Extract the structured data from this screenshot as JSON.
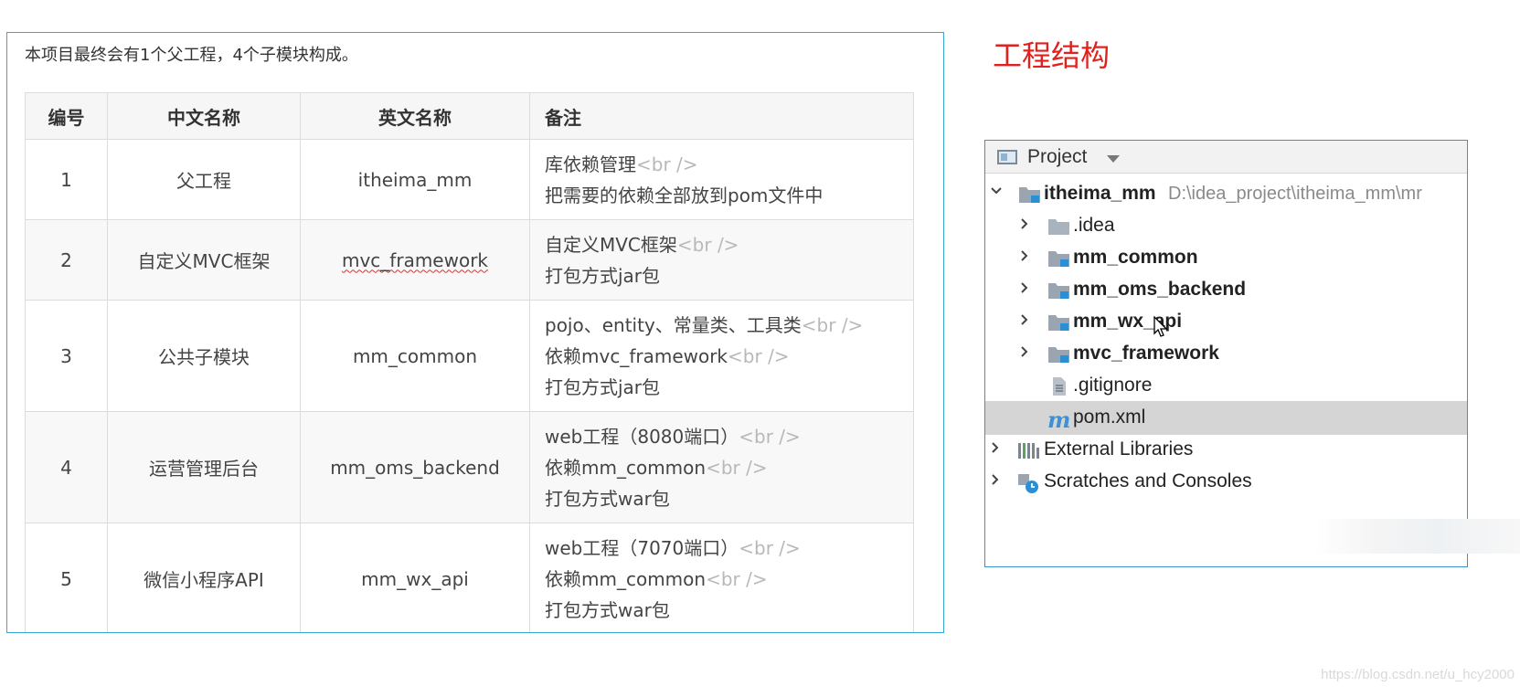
{
  "doc": {
    "intro": "本项目最终会有1个父工程，4个子模块构成。",
    "headers": [
      "编号",
      "中文名称",
      "英文名称",
      "备注"
    ],
    "rows": [
      {
        "no": "1",
        "cn": "父工程",
        "en": "itheima_mm",
        "notes": [
          {
            "text": "库依赖管理",
            "br": "<br />"
          },
          {
            "text": "把需要的依赖全部放到pom文件中",
            "br": ""
          }
        ]
      },
      {
        "no": "2",
        "cn": "自定义MVC框架",
        "en": "mvc_framework",
        "notes": [
          {
            "text": "自定义MVC框架",
            "br": "<br />"
          },
          {
            "text": "打包方式jar包",
            "br": ""
          }
        ]
      },
      {
        "no": "3",
        "cn": "公共子模块",
        "en": "mm_common",
        "notes": [
          {
            "text": "pojo、entity、常量类、工具类",
            "br": "<br />"
          },
          {
            "text": "依赖mvc_framework",
            "br": "<br />"
          },
          {
            "text": "打包方式jar包",
            "br": ""
          }
        ]
      },
      {
        "no": "4",
        "cn": "运营管理后台",
        "en": "mm_oms_backend",
        "notes": [
          {
            "text": "web工程（8080端口）",
            "br": "<br />"
          },
          {
            "text": "依赖mm_common",
            "br": "<br />"
          },
          {
            "text": "打包方式war包",
            "br": ""
          }
        ]
      },
      {
        "no": "5",
        "cn": "微信小程序API",
        "en": "mm_wx_api",
        "notes": [
          {
            "text": "web工程（7070端口）",
            "br": "<br />"
          },
          {
            "text": "依赖mm_common",
            "br": "<br />"
          },
          {
            "text": "打包方式war包",
            "br": ""
          }
        ]
      }
    ]
  },
  "section_title": "工程结构",
  "project": {
    "header": "Project",
    "root": {
      "name": "itheima_mm",
      "path": "D:\\idea_project\\itheima_mm\\mr"
    },
    "children": [
      {
        "name": ".idea",
        "type": "folder",
        "bold": false
      },
      {
        "name": "mm_common",
        "type": "module",
        "bold": true
      },
      {
        "name": "mm_oms_backend",
        "type": "module",
        "bold": true
      },
      {
        "name": "mm_wx_api",
        "type": "module",
        "bold": true
      },
      {
        "name": "mvc_framework",
        "type": "module",
        "bold": true
      },
      {
        "name": ".gitignore",
        "type": "file",
        "bold": false
      },
      {
        "name": "pom.xml",
        "type": "maven",
        "bold": false
      }
    ],
    "external_libraries": "External Libraries",
    "scratches": "Scratches and Consoles"
  },
  "watermark": "https://blog.csdn.net/u_hcy2000"
}
